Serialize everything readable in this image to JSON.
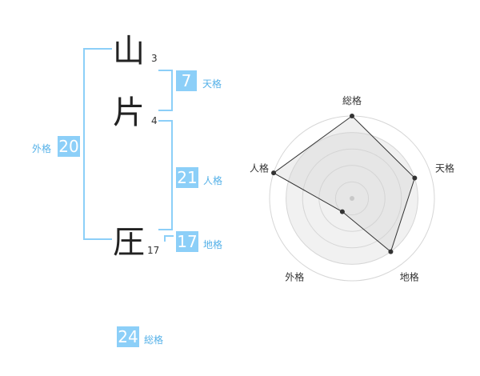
{
  "name": {
    "chars": [
      {
        "char": "山",
        "strokes": "3"
      },
      {
        "char": "片",
        "strokes": "4"
      },
      {
        "char": "圧",
        "strokes": "17"
      }
    ]
  },
  "fortune": {
    "tenkaku": {
      "value": "7",
      "label": "天格"
    },
    "jinkaku": {
      "value": "21",
      "label": "人格"
    },
    "chikaku": {
      "value": "17",
      "label": "地格"
    },
    "gaikaku": {
      "value": "20",
      "label": "外格"
    },
    "soukaku": {
      "value": "24",
      "label": "総格"
    }
  },
  "colors": {
    "accent": "#8ccff8",
    "label": "#55b1e8"
  },
  "chart_data": {
    "type": "radar",
    "axes": [
      "総格",
      "天格",
      "地格",
      "外格",
      "人格"
    ],
    "values": [
      5,
      4,
      4,
      1,
      5
    ],
    "max": 5,
    "rings": 5
  }
}
